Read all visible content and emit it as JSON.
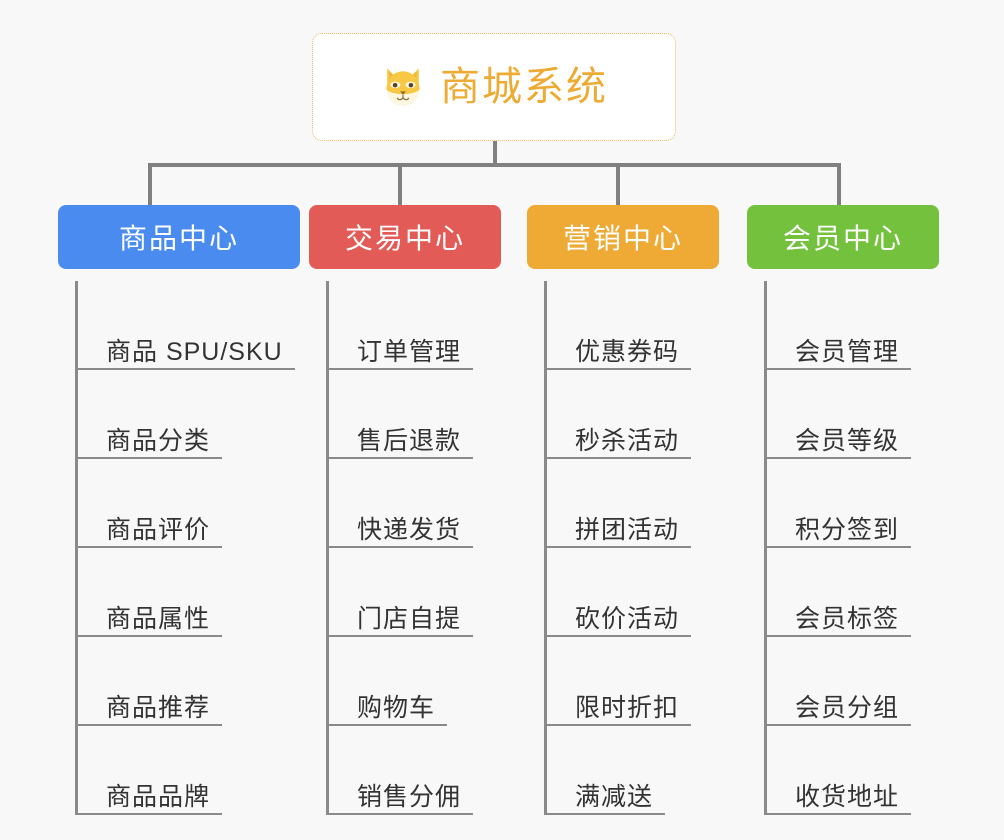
{
  "page": {
    "background_color": "#f8f8f8",
    "line_color": "#808080"
  },
  "root": {
    "title": "商城系统",
    "icon": "shiba-dog-face-icon",
    "text_color": "#edab33",
    "border_color": "#e8b863",
    "background_color": "#ffffff"
  },
  "branches": [
    {
      "label": "商品中心",
      "color": "#4a8bf0",
      "items": [
        "商品 SPU/SKU",
        "商品分类",
        "商品评价",
        "商品属性",
        "商品推荐",
        "商品品牌"
      ]
    },
    {
      "label": "交易中心",
      "color": "#e25b57",
      "items": [
        "订单管理",
        "售后退款",
        "快递发货",
        "门店自提",
        "购物车",
        "销售分佣"
      ]
    },
    {
      "label": "营销中心",
      "color": "#eeaa35",
      "items": [
        "优惠券码",
        "秒杀活动",
        "拼团活动",
        "砍价活动",
        "限时折扣",
        "满减送"
      ]
    },
    {
      "label": "会员中心",
      "color": "#73c13d",
      "items": [
        "会员管理",
        "会员等级",
        "积分签到",
        "会员标签",
        "会员分组",
        "收货地址"
      ]
    }
  ]
}
